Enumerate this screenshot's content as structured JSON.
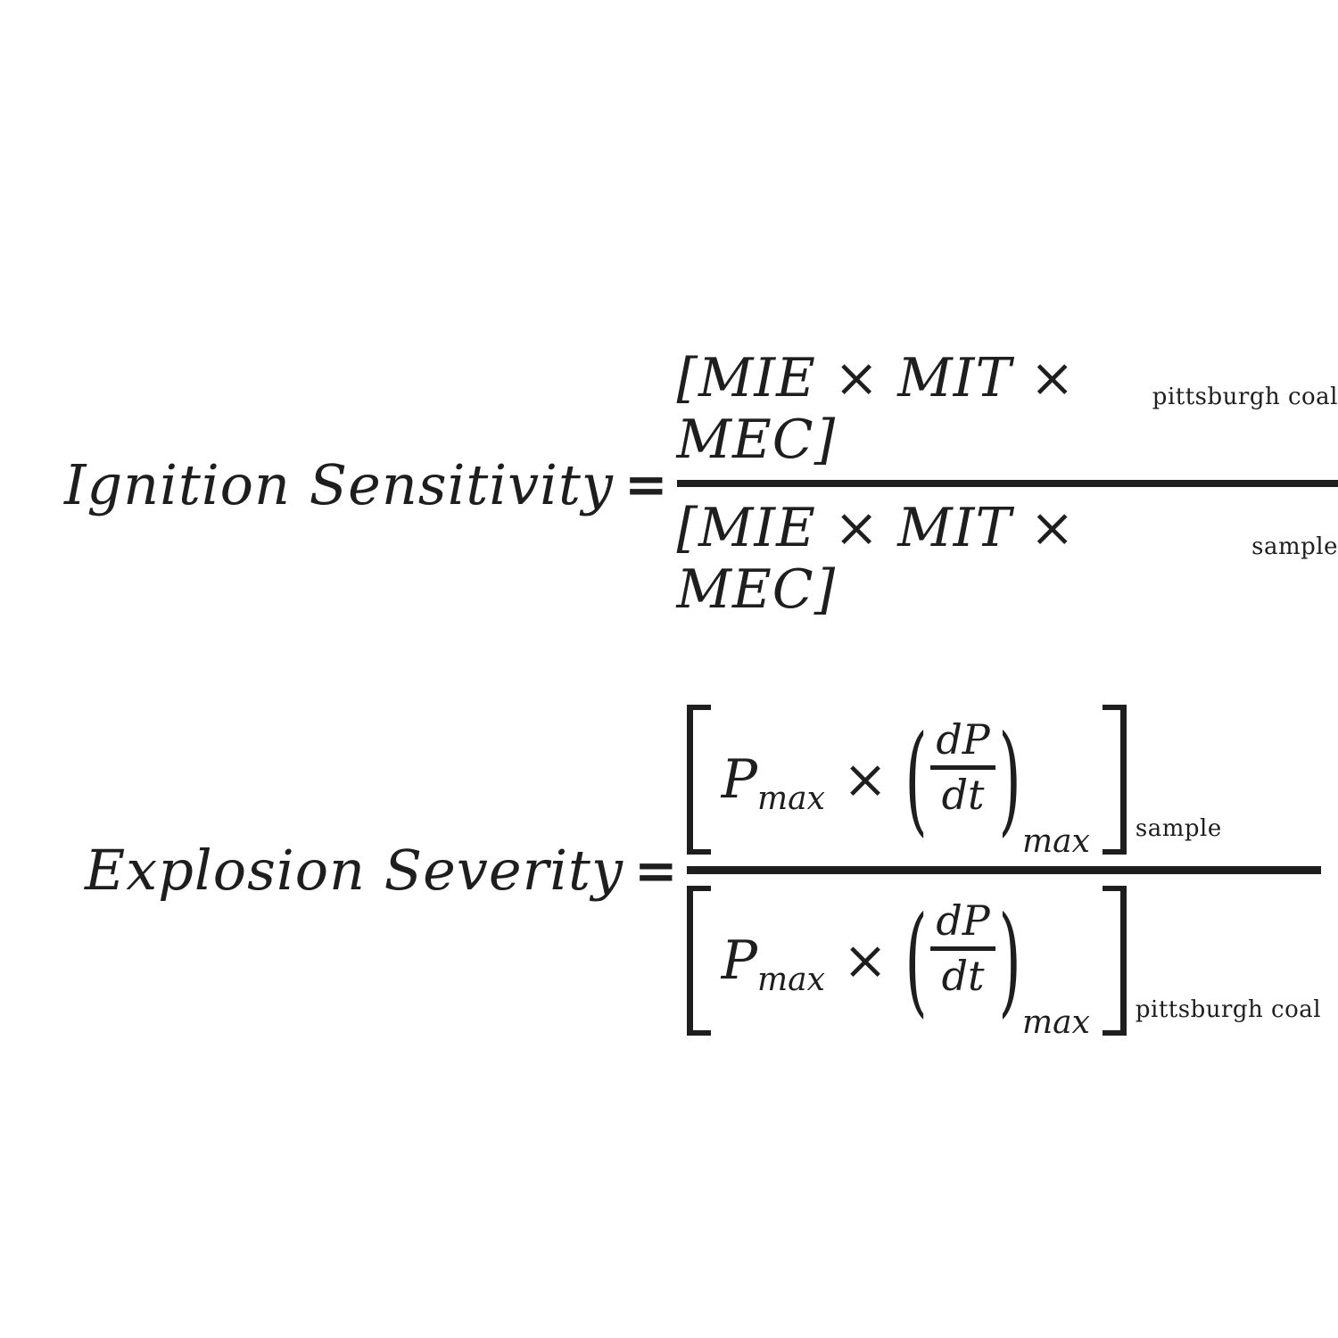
{
  "colors": {
    "background": "#ffffff",
    "ink": "#1e1e1e"
  },
  "equations": [
    {
      "lhs": "Ignition Sensitivity",
      "equals": "=",
      "numerator": {
        "expression": "[MIE × MIT × MEC]",
        "subscript": "pittsburgh coal"
      },
      "denominator": {
        "expression": "[MIE × MIT × MEC]",
        "subscript": "sample"
      }
    },
    {
      "lhs": "Explosion Severity",
      "equals": "=",
      "numerator": {
        "p_term": "P",
        "p_sub": "max",
        "times": "×",
        "lparen": "(",
        "inner_numerator": "dP",
        "inner_denominator": "dt",
        "rparen": ")",
        "paren_sub": "max",
        "subscript": "sample"
      },
      "denominator": {
        "p_term": "P",
        "p_sub": "max",
        "times": "×",
        "lparen": "(",
        "inner_numerator": "dP",
        "inner_denominator": "dt",
        "rparen": ")",
        "paren_sub": "max",
        "subscript": "pittsburgh coal"
      }
    }
  ]
}
